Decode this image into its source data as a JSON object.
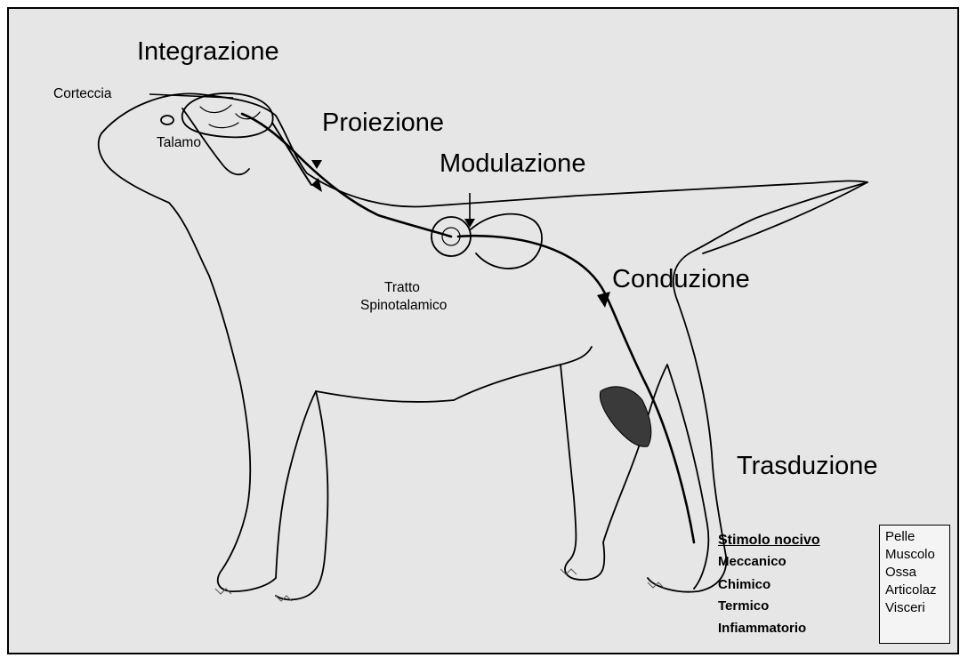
{
  "labels": {
    "integrazione": "Integrazione",
    "corteccia": "Corteccia",
    "talamo": "Talamo",
    "proiezione": "Proiezione",
    "modulazione": "Modulazione",
    "tratto_line1": "Tratto",
    "tratto_line2": "Spinotalamico",
    "conduzione": "Conduzione",
    "trasduzione": "Trasduzione"
  },
  "stimuli": {
    "heading": "Stimolo nocivo",
    "items": [
      "Meccanico",
      "Chimico",
      "Termico",
      "Infiammatorio"
    ]
  },
  "tissues": [
    "Pelle",
    "Muscolo",
    "Ossa",
    "Articolaz",
    "Visceri"
  ],
  "colors": {
    "background": "#e6e6e6",
    "line": "#000000"
  }
}
